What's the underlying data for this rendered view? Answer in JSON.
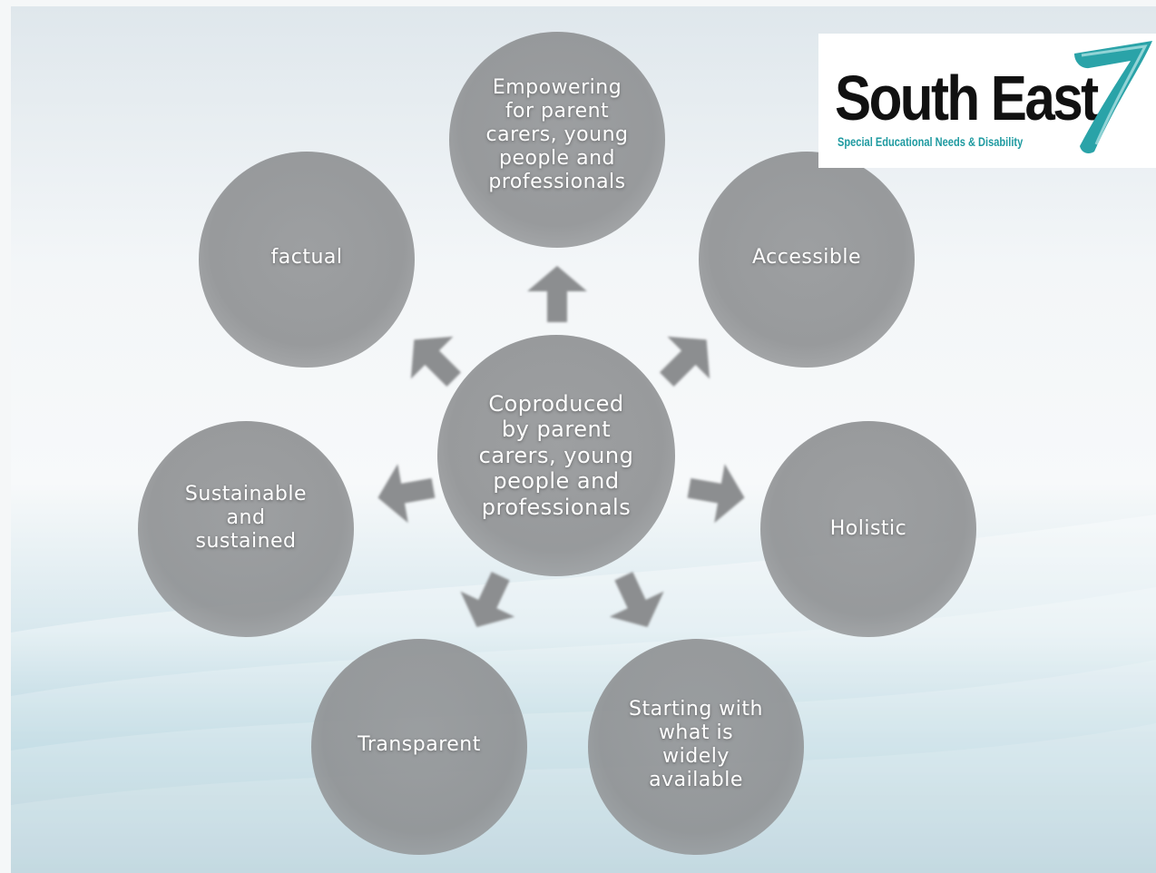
{
  "diagram": {
    "center": "Coproduced by parent carers, young people and professionals",
    "nodes": {
      "top": "Empowering for parent carers, young people and professionals",
      "upper_right": "Accessible",
      "right": "Holistic",
      "lower_right": "Starting with what is widely available",
      "lower_left": "Transparent",
      "left": "Sustainable and sustained",
      "upper_left": "factual"
    }
  },
  "logo": {
    "title": "South East",
    "subtitle": "Special Educational Needs & Disability",
    "accent_color": "#2aa3a8"
  },
  "colors": {
    "circle": "#8f9193",
    "arrow": "#8c8e90",
    "text": "#ffffff"
  }
}
